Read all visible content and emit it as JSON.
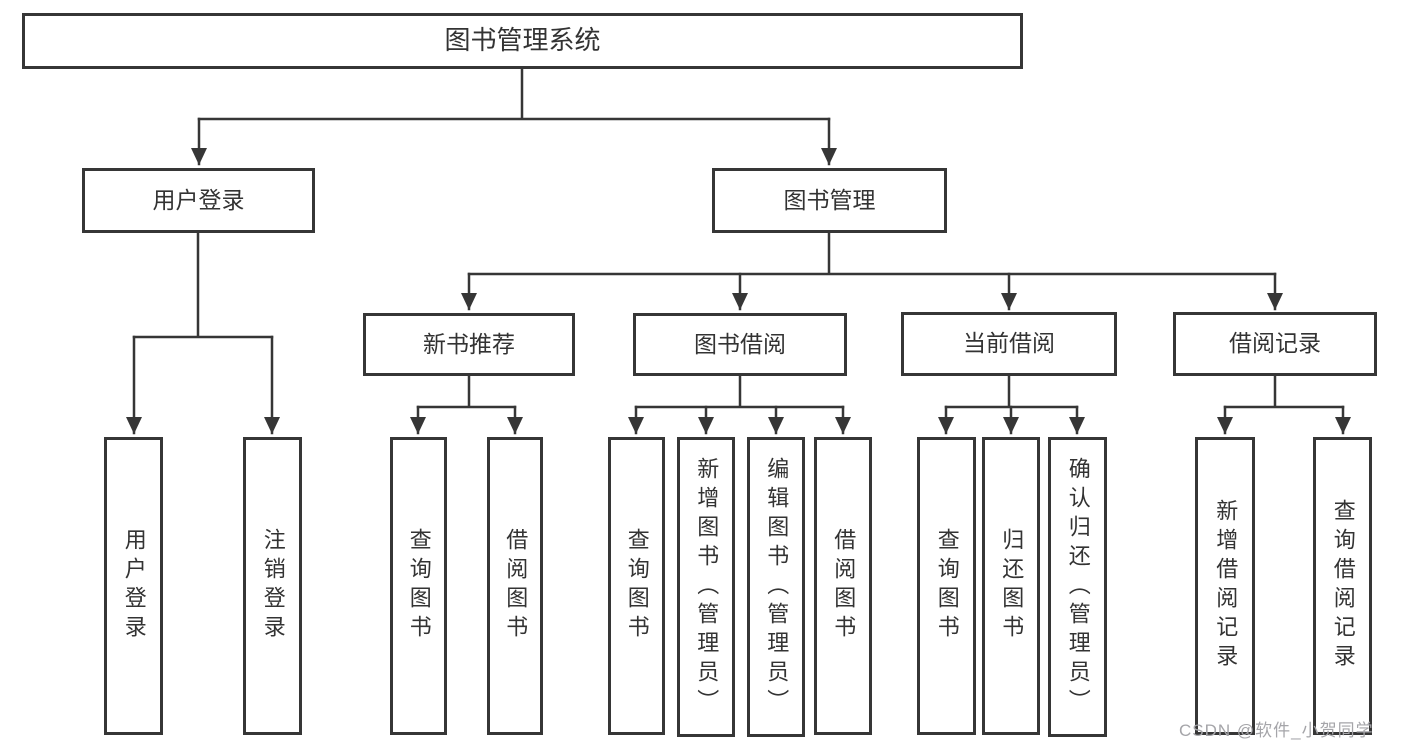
{
  "colors": {
    "line": "#363636",
    "box_border": "#363636",
    "text": "#333333",
    "background": "#ffffff",
    "watermark_gray": "#a5a5a9"
  },
  "watermark": {
    "text": "CSDN @软件_小贺同学"
  },
  "tree": {
    "label": "图书管理系统",
    "children": [
      {
        "label": "用户登录",
        "children": [
          {
            "label": "用户登录"
          },
          {
            "label": "注销登录"
          }
        ]
      },
      {
        "label": "图书管理",
        "children": [
          {
            "label": "新书推荐",
            "children": [
              {
                "label": "查询图书"
              },
              {
                "label": "借阅图书"
              }
            ]
          },
          {
            "label": "图书借阅",
            "children": [
              {
                "label": "查询图书"
              },
              {
                "label": "新增图书（管理员）"
              },
              {
                "label": "编辑图书（管理员）"
              },
              {
                "label": "借阅图书"
              }
            ]
          },
          {
            "label": "当前借阅",
            "children": [
              {
                "label": "查询图书"
              },
              {
                "label": "归还图书"
              },
              {
                "label": "确认归还（管理员）"
              }
            ]
          },
          {
            "label": "借阅记录",
            "children": [
              {
                "label": "新增借阅记录"
              },
              {
                "label": "查询借阅记录"
              }
            ]
          }
        ]
      }
    ]
  }
}
